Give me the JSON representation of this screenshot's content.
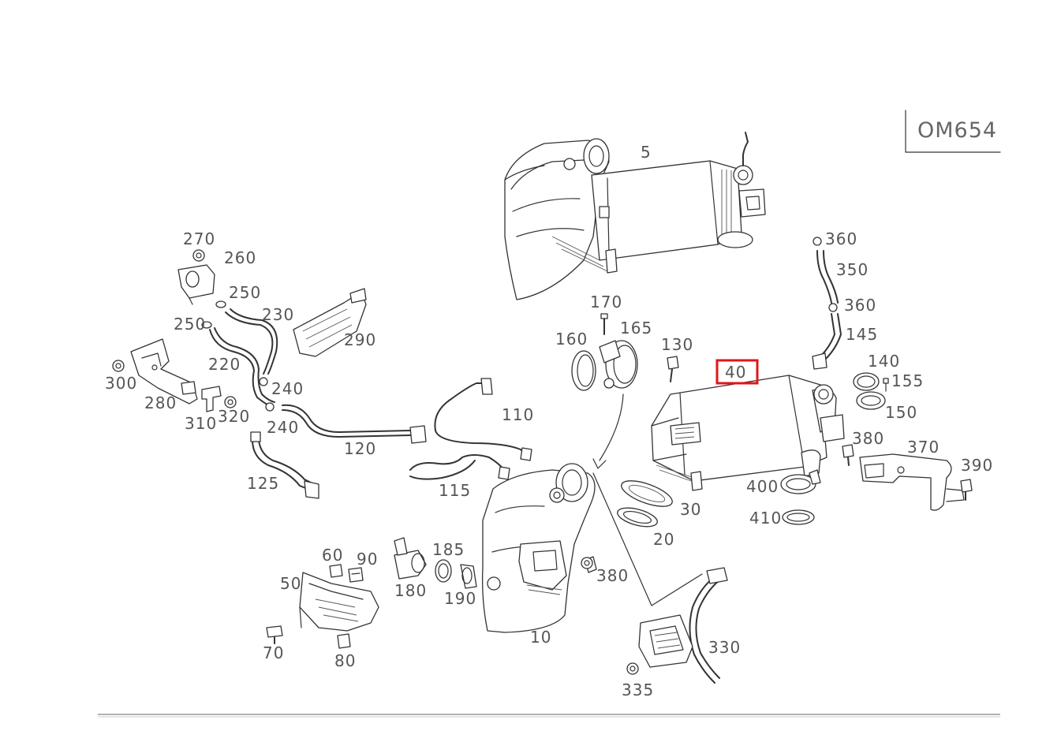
{
  "engine_code": "OM654",
  "highlight_color": "#e0161b",
  "highlighted_part": "40",
  "labels": {
    "p5": "5",
    "p10": "10",
    "p20": "20",
    "p30": "30",
    "p40": "40",
    "p50": "50",
    "p60": "60",
    "p70": "70",
    "p80": "80",
    "p90": "90",
    "p110": "110",
    "p115": "115",
    "p120": "120",
    "p125": "125",
    "p130": "130",
    "p140": "140",
    "p145": "145",
    "p150": "150",
    "p155": "155",
    "p160": "160",
    "p165": "165",
    "p170": "170",
    "p180": "180",
    "p185": "185",
    "p190": "190",
    "p220": "220",
    "p230": "230",
    "p240a": "240",
    "p240b": "240",
    "p250a": "250",
    "p250b": "250",
    "p260": "260",
    "p270": "270",
    "p280": "280",
    "p290": "290",
    "p300": "300",
    "p310": "310",
    "p320": "320",
    "p330": "330",
    "p335": "335",
    "p350": "350",
    "p360a": "360",
    "p360b": "360",
    "p370": "370",
    "p380a": "380",
    "p380b": "380",
    "p390": "390",
    "p400": "400",
    "p410": "410"
  }
}
